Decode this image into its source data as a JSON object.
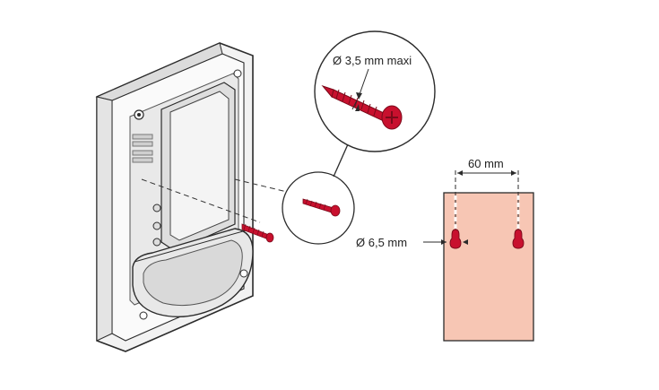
{
  "labels": {
    "screw_diameter": "Ø 3,5 mm maxi",
    "hole_spacing": "60 mm",
    "hole_diameter": "Ø 6,5 mm"
  },
  "colors": {
    "screw": "#c8102e",
    "screw_dark": "#7a0a1a",
    "wall_plate": "#f7c6b4",
    "device_body": "#eeeeee",
    "outline": "#2b2b2b"
  },
  "icons": [
    "motion-detector-device",
    "screw-icon",
    "magnifier-circle",
    "keyhole-slot-icon"
  ]
}
